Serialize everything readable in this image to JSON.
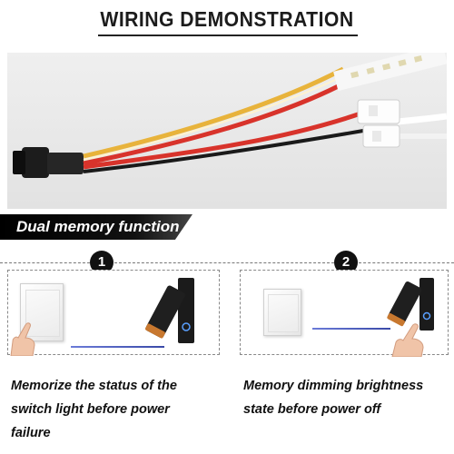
{
  "header": {
    "title": "WIRING DEMONSTRATION"
  },
  "feature_banner": {
    "label": "Dual memory function"
  },
  "steps": [
    {
      "number": "1",
      "caption_lines": [
        "Memorize the status of the",
        "switch light before power",
        "failure"
      ]
    },
    {
      "number": "2",
      "caption_lines": [
        "Memory dimming brightness",
        "state before power off"
      ]
    }
  ],
  "colors": {
    "title_text": "#1c1c1c",
    "banner_bg": "#000000",
    "banner_text": "#ffffff",
    "badge_bg": "#111111",
    "wire_red": "#d8332b",
    "wire_yellow": "#e8b33b",
    "wire_black": "#1a1a1a",
    "lamp_body": "#1b1b1b",
    "lamp_ring": "#c8782f",
    "beam": "#4a5bc0"
  },
  "icons": [
    "connector-plug-icon",
    "led-strip-icon",
    "wire-clip-icon",
    "wall-switch-icon",
    "finger-icon",
    "wall-lamp-icon",
    "touch-button-icon"
  ]
}
